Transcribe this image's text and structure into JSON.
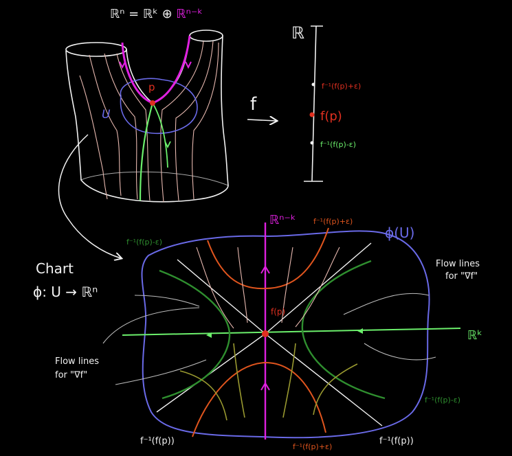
{
  "colors": {
    "background": "#000000",
    "white": "#f2f2f2",
    "magenta": "#e020e0",
    "purple": "#a15be8",
    "blue": "#6a6ae8",
    "red": "#e03020",
    "orange": "#e0551e",
    "green_bright": "#6cf06c",
    "green_dark": "#2f8f2f",
    "pink": "#e8b9b0",
    "olive": "#9a9a30",
    "grey": "#bdbdbd"
  },
  "top": {
    "equation_left": "ℝⁿ = ℝᵏ ⊕ ",
    "equation_right": "ℝⁿ⁻ᵏ",
    "point_label": "p",
    "neighborhood_label": "U",
    "map_label": "f",
    "line_label": "ℝ",
    "level_upper": "f⁻¹(f(p)+ε)",
    "level_mid": "f(p)",
    "level_lower": "f⁻¹(f(p)-ε)"
  },
  "bottom": {
    "axis_vertical": "ℝⁿ⁻ᵏ",
    "axis_horizontal": "ℝᵏ",
    "chart_image": "ϕ(U)",
    "chart_title": "Chart",
    "chart_map": "ϕ: U → ℝⁿ",
    "center_label": "f(p)",
    "level_upper_top": "f⁻¹(f(p)+ε)",
    "level_lower_left": "f⁻¹(f(p)-ε)",
    "level_lower_right": "f⁻¹(f(p)-ε)",
    "level_upper_bottom": "f⁻¹(f(p)+ε)",
    "level_mid_left": "f⁻¹(f(p))",
    "level_mid_right": "f⁻¹(f(p))",
    "flow_right_line1": "Flow lines",
    "flow_right_line2": "for \"∇f\"",
    "flow_left_line1": "Flow lines",
    "flow_left_line2": "for \"∇f\""
  }
}
